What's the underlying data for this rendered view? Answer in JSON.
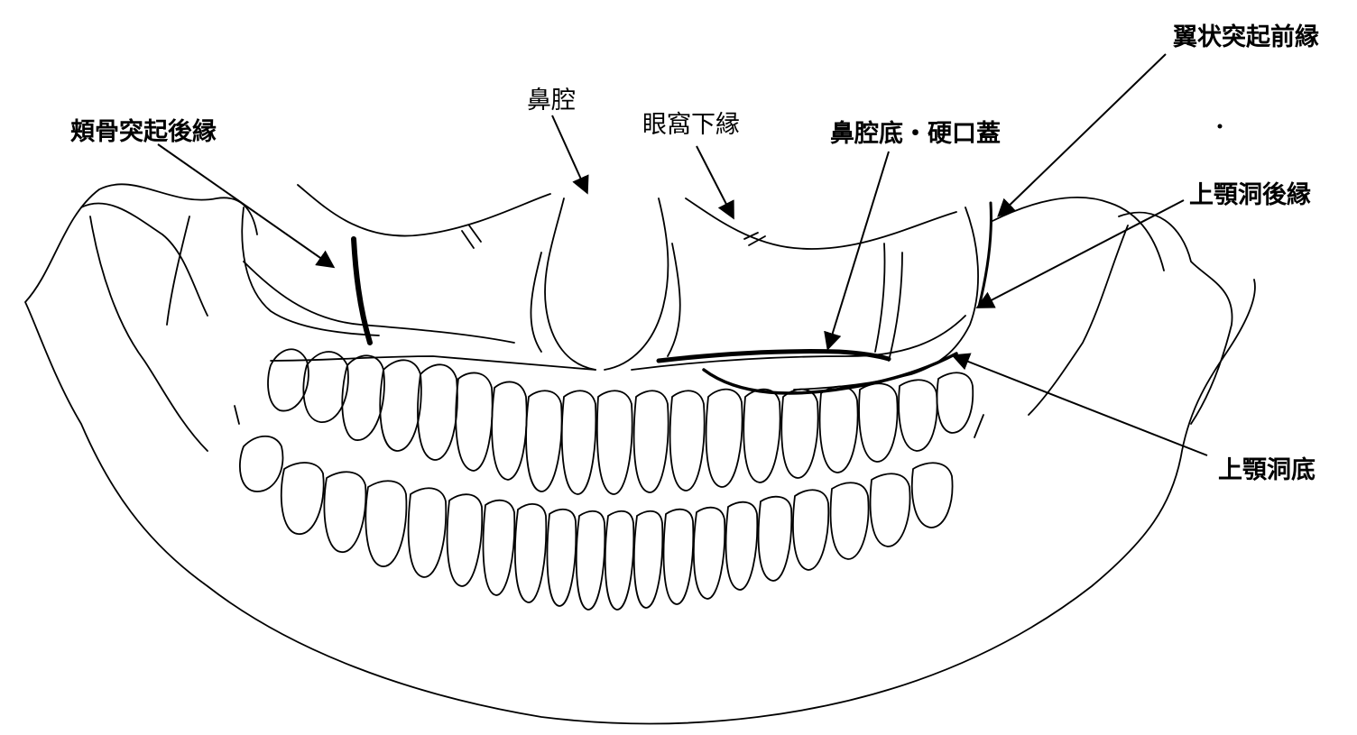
{
  "labels": {
    "zygomatic": "頬骨突起後縁",
    "nasal_cavity": "鼻腔",
    "orbit": "眼窩下縁",
    "nasal_floor": "鼻腔底・硬口蓋",
    "pterygoid": "翼状突起前縁",
    "sinus_posterior": "上顎洞後縁",
    "sinus_floor": "上顎洞底"
  },
  "colors": {
    "line": "#000000",
    "background": "#ffffff"
  }
}
